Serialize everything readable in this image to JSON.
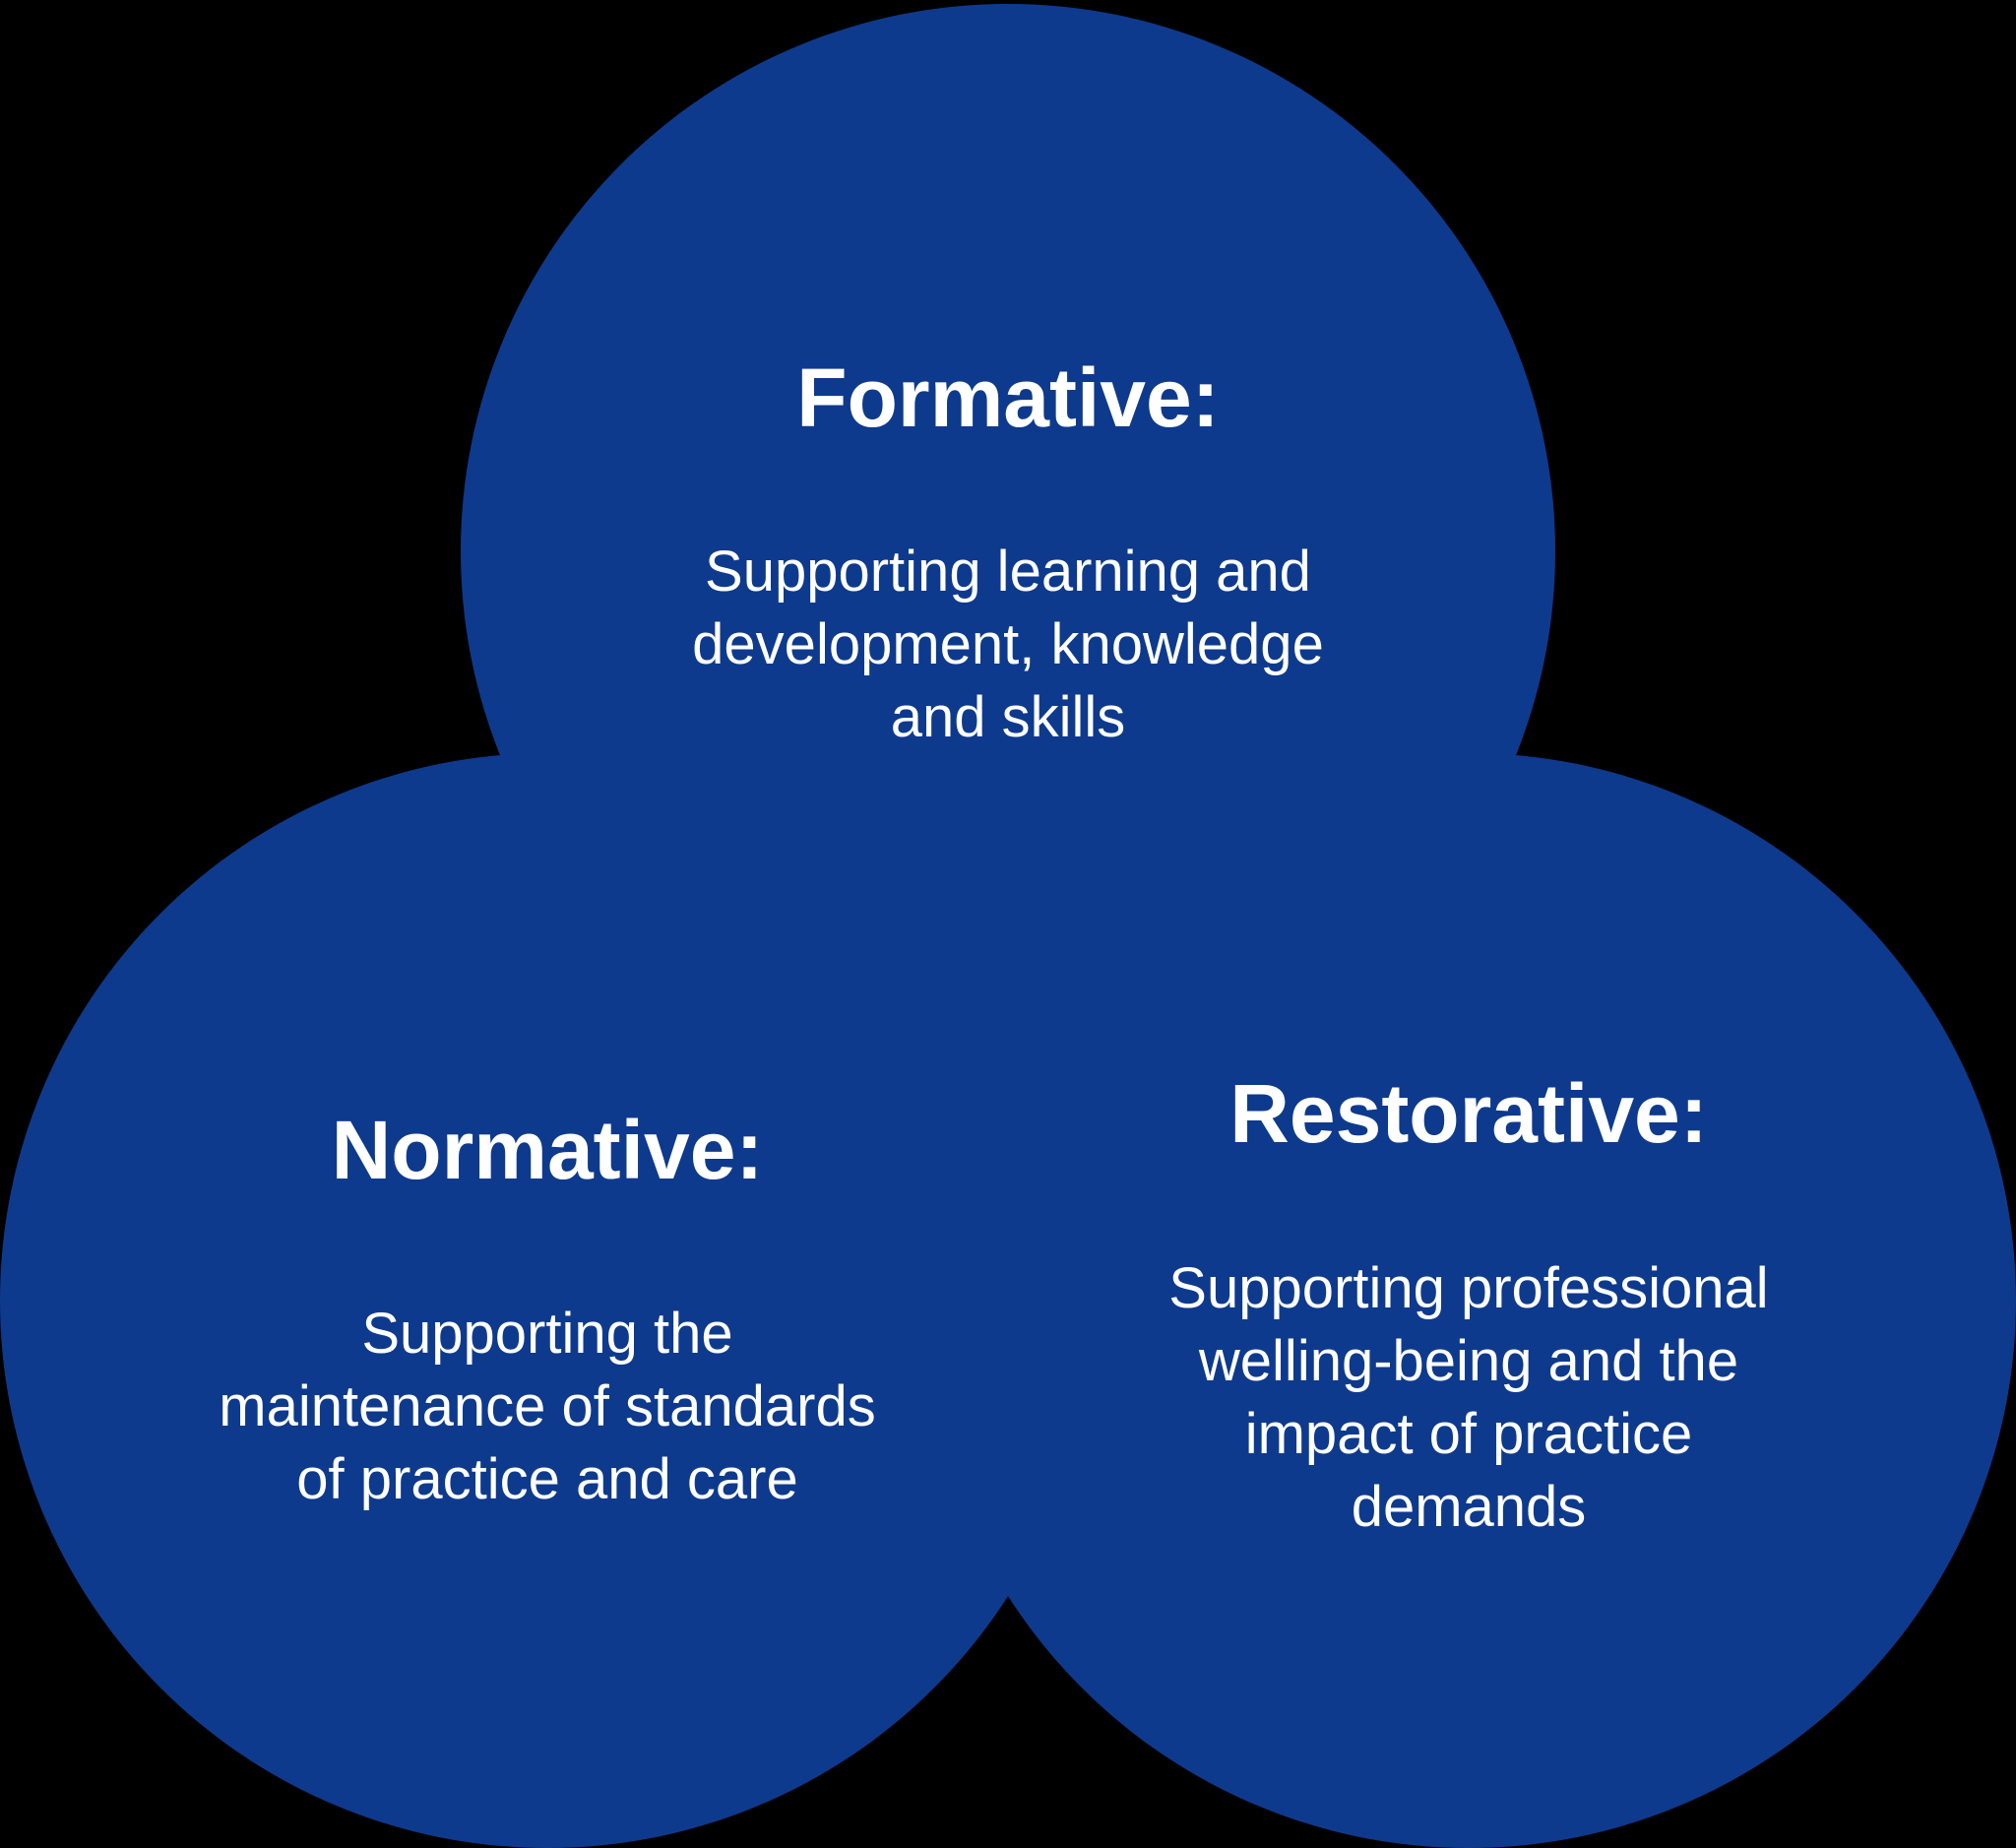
{
  "colors": {
    "background": "#000000",
    "circle": "#0E3A8D",
    "text": "#FFFFFF"
  },
  "circles": [
    {
      "name": "formative",
      "heading": "Formative:",
      "body": "Supporting learning and\ndevelopment, knowledge\nand skills"
    },
    {
      "name": "normative",
      "heading": "Normative:",
      "body": "Supporting the\nmaintenance of standards\nof practice and care"
    },
    {
      "name": "restorative",
      "heading": "Restorative:",
      "body": "Supporting professional\nwelling-being and the\nimpact of practice\ndemands"
    }
  ]
}
